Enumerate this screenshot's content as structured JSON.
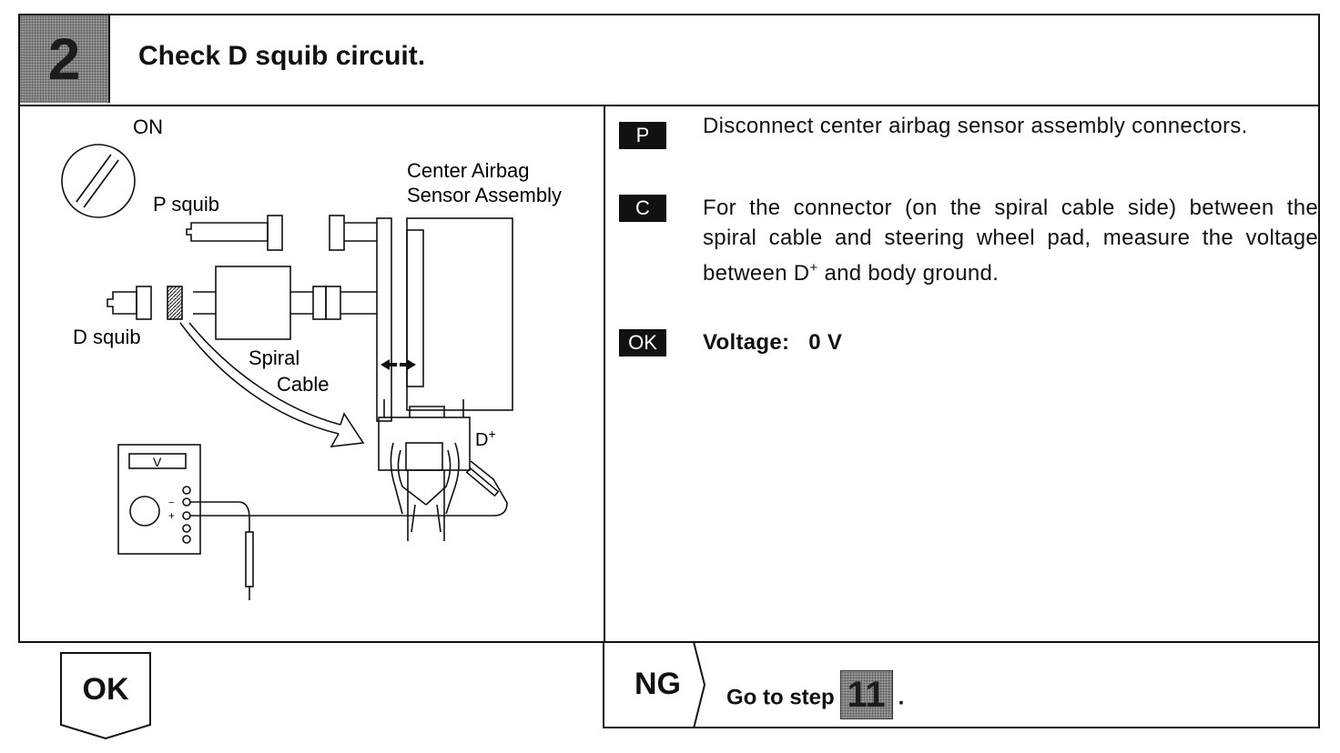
{
  "step": {
    "number": "2",
    "title": "Check D squib circuit."
  },
  "diagram": {
    "ignition_label": "ON",
    "center_sensor_label_1": "Center Airbag",
    "center_sensor_label_2": "Sensor Assembly",
    "p_squib_label": "P squib",
    "d_squib_label": "D squib",
    "spiral_label_1": "Spiral",
    "spiral_label_2": "Cable",
    "terminal_label": "D",
    "terminal_sup": "+",
    "meter_unit": "V",
    "meter_minus": "−",
    "meter_plus": "+"
  },
  "instructions": [
    {
      "badge": "P",
      "text": "Disconnect center airbag sensor assembly connectors."
    },
    {
      "badge": "C",
      "text_before": "For the connector (on the spiral cable side) between the spiral cable and steering wheel pad, measure the voltage between D",
      "sup": "+",
      "text_after": " and body ground."
    },
    {
      "badge": "OK",
      "label": "Voltage:",
      "value": "0 V"
    }
  ],
  "result_ok": "OK",
  "result_ng": {
    "label": "NG",
    "goto_text": "Go to step",
    "step_ref": "11",
    "suffix": "."
  }
}
